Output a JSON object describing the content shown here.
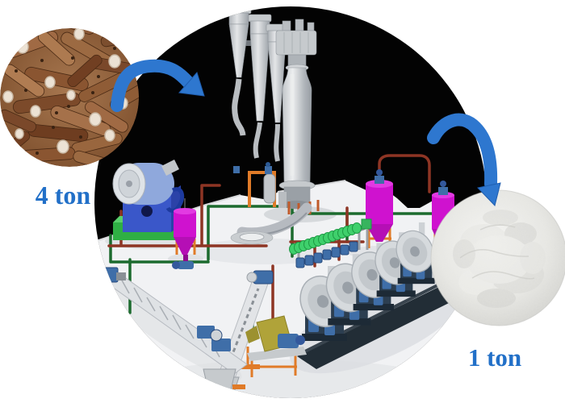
{
  "diagram": {
    "type": "process-flow",
    "input": {
      "label": "4 ton",
      "image": "cassava-roots-photo"
    },
    "output": {
      "label": "1 ton",
      "image": "starch-powder-photo"
    },
    "process": {
      "image": "starch-processing-plant-3d-render",
      "backdrop": "black-circle"
    },
    "arrows": [
      {
        "name": "input-flow-arrow",
        "color": "#2e77cf"
      },
      {
        "name": "output-flow-arrow",
        "color": "#2e77cf"
      }
    ],
    "colors": {
      "label_text": "#2270c8",
      "arrow_blue": "#2e77cf",
      "plant_backdrop": "#030303",
      "page_background": "#ffffff",
      "tank_magenta": "#cf12cf",
      "pipe_green": "#1c6b2e",
      "pipe_maroon": "#8e3524",
      "support_orange": "#e07b28",
      "machine_gray": "#b9bdc1",
      "screw_conveyor_green": "#3fd06c",
      "motor_blue": "#3f6ea8",
      "rasper_base_green": "#3cb94e",
      "rasper_drum_blue": "#8fa8dc",
      "pulper_yellow": "#b0a339"
    }
  }
}
